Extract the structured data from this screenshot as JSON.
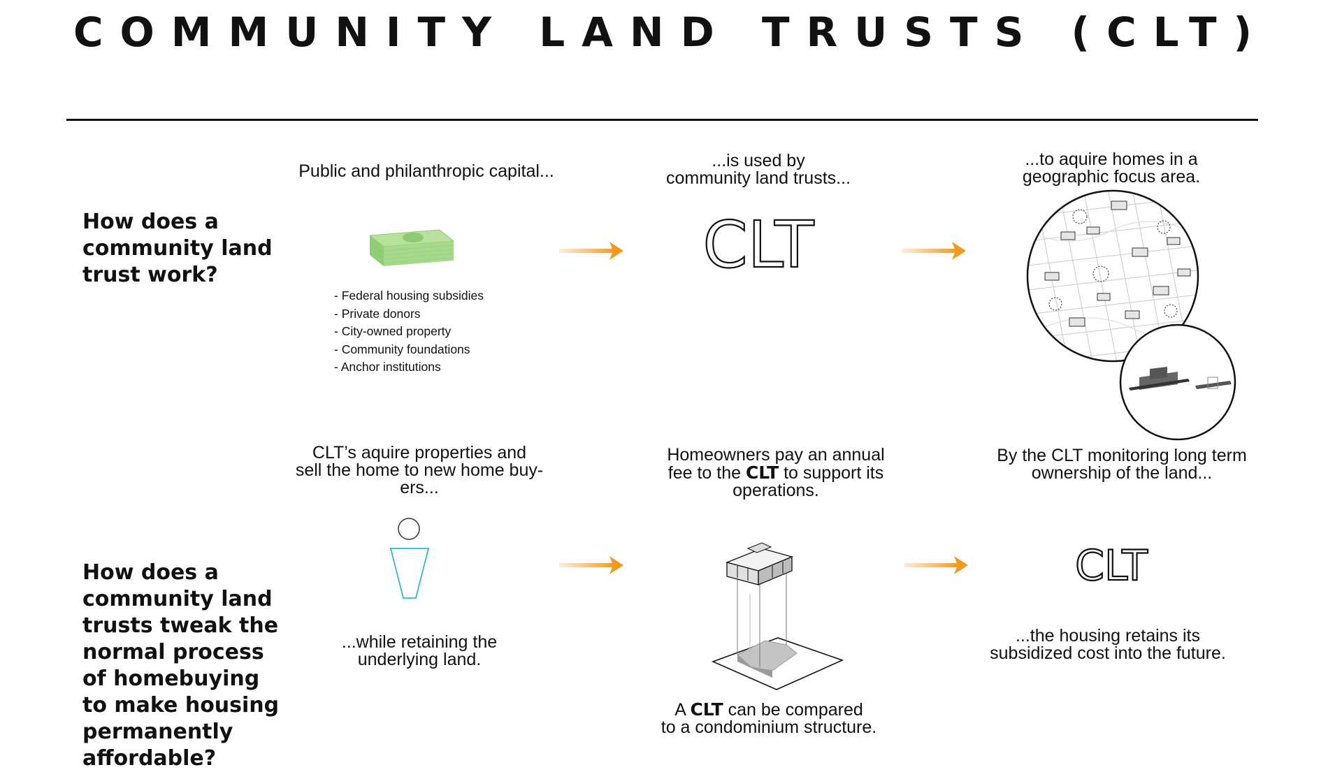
{
  "title": "COMMUNITY LAND TRUSTS (CLT)",
  "section1": {
    "question": "How does a\ncommunity land\ntrust work?",
    "step1": {
      "caption": "Public and philanthropic capital...",
      "icon": "money-stack",
      "sources": [
        "- Federal housing subsidies",
        "- Private donors",
        "- City-owned property",
        "- Community foundations",
        "- Anchor institutions"
      ]
    },
    "step2": {
      "caption": "...is used by\ncommunity land trusts...",
      "logo": "CLT"
    },
    "step3": {
      "caption": "...to aquire homes in a\ngeographic focus area.",
      "icon": "neighborhood-map"
    }
  },
  "section2": {
    "question": "How does a\ncommunity land\ntrusts tweak the\nnormal process\nof homebuying\nto make housing\npermanently\naffordable?",
    "step1": {
      "caption": "CLT’s aquire properties and\nsell the home  to new home buy-\ners...",
      "icon": "person",
      "caption2": "...while retaining the\nunderlying land."
    },
    "step2": {
      "caption_pre": "Homeowners pay an annual\nfee to the ",
      "caption_bold": "CLT",
      "caption_post": " to support its\noperations.",
      "icon": "house-on-lot",
      "caption2_pre": "A ",
      "caption2_bold": "CLT",
      "caption2_post": " can be compared\nto a condominium structure."
    },
    "step3": {
      "caption": "By the CLT monitoring long term\nownership of the land...",
      "logo": "CLT",
      "caption2": "...the housing retains its\nsubsidized cost into the future."
    }
  },
  "colors": {
    "arrow": "#f39a1e",
    "money": "#a8d88a",
    "money_dark": "#7fc06a",
    "person": "#39b3cf",
    "text": "#111111"
  },
  "icons": [
    "arrow-right-icon",
    "money-stack-icon",
    "neighborhood-map-icon",
    "person-icon",
    "house-on-lot-icon"
  ]
}
